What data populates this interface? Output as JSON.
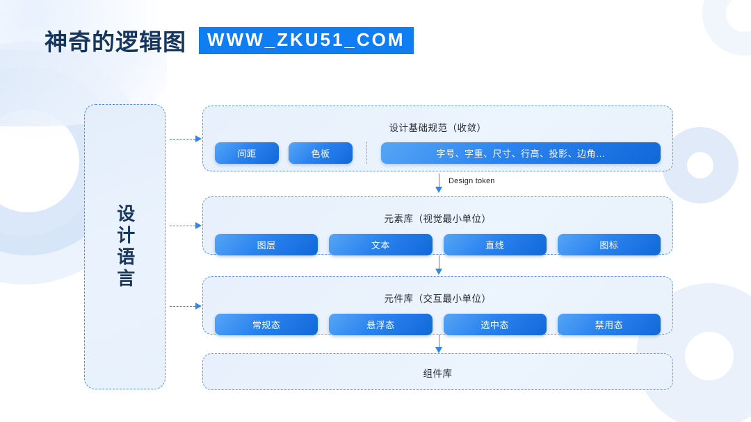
{
  "header": {
    "title": "神奇的逻辑图",
    "badge": "WWW_ZKU51_COM",
    "badge_color": "#107ef2",
    "title_color": "#16365f"
  },
  "diagram": {
    "side_panel": {
      "label": "设计语言"
    },
    "connector_labels": {
      "design_token": "Design token"
    },
    "rows": [
      {
        "title": "设计基础规范（收敛）",
        "items": [
          "间距",
          "色板",
          "字号、字重、尺寸、行高、投影、边角…"
        ]
      },
      {
        "title": "元素库（视觉最小单位）",
        "items": [
          "图层",
          "文本",
          "直线",
          "图标"
        ]
      },
      {
        "title": "元件库（交互最小单位）",
        "items": [
          "常规态",
          "悬浮态",
          "选中态",
          "禁用态"
        ]
      },
      {
        "title": "组件库",
        "items": []
      }
    ]
  },
  "theme": {
    "pill_gradient_start": "#56a6f5",
    "pill_gradient_end": "#1168d8",
    "row_fill": "#eaf2fd",
    "dashed_border": "#5b9bea",
    "arrow_color": "#2f86ef"
  }
}
